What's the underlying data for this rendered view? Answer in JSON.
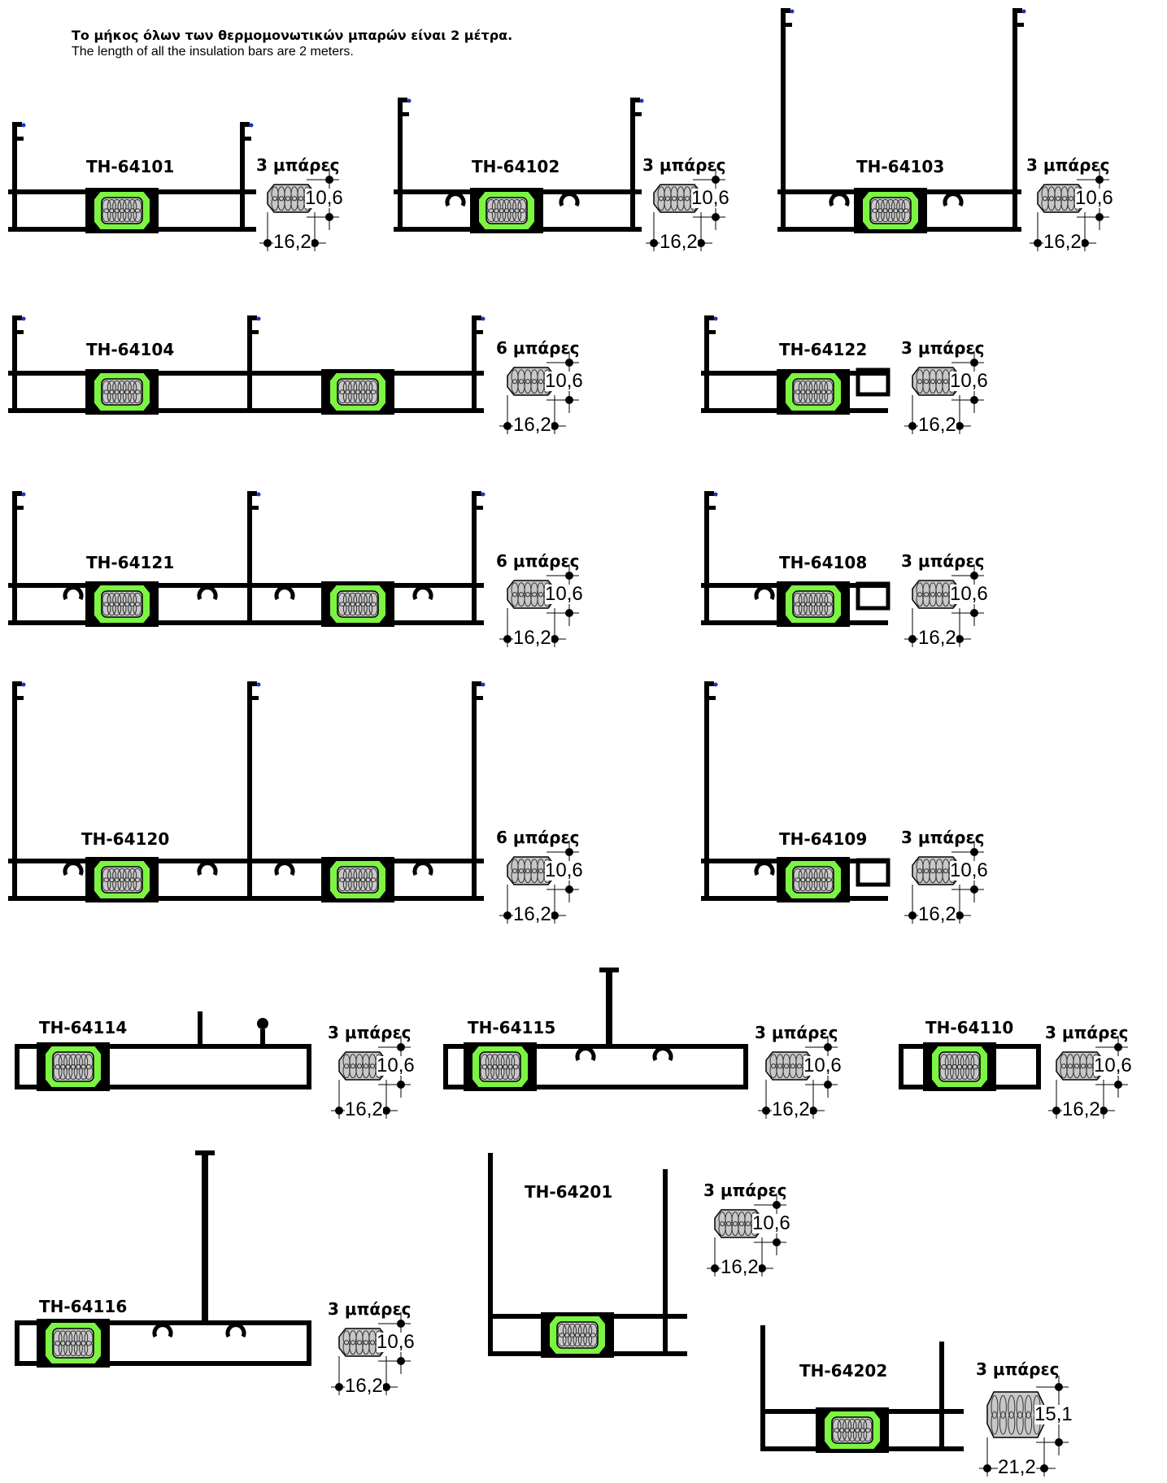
{
  "header": {
    "line_gr": "Το μήκος όλων των θερμομονωτικών μπαρών είναι 2 μέτρα.",
    "line_en": "The length of all the insulation bars are 2 meters."
  },
  "colors": {
    "profile": "#000000",
    "insulation_green": "#7cf442",
    "insulation_bar_fill": "#c8c8c8",
    "seal_blue": "#2030c0"
  },
  "profiles": [
    {
      "code": "TH-64101",
      "bars": "3 μπάρες",
      "height": "10,6",
      "width": "16,2"
    },
    {
      "code": "TH-64102",
      "bars": "3 μπάρες",
      "height": "10,6",
      "width": "16,2"
    },
    {
      "code": "TH-64103",
      "bars": "3 μπάρες",
      "height": "10,6",
      "width": "16,2"
    },
    {
      "code": "TH-64104",
      "bars": "6 μπάρες",
      "height": "10,6",
      "width": "16,2"
    },
    {
      "code": "TH-64122",
      "bars": "3 μπάρες",
      "height": "10,6",
      "width": "16,2"
    },
    {
      "code": "TH-64121",
      "bars": "6 μπάρες",
      "height": "10,6",
      "width": "16,2"
    },
    {
      "code": "TH-64108",
      "bars": "3 μπάρες",
      "height": "10,6",
      "width": "16,2"
    },
    {
      "code": "TH-64120",
      "bars": "6 μπάρες",
      "height": "10,6",
      "width": "16,2"
    },
    {
      "code": "TH-64109",
      "bars": "3 μπάρες",
      "height": "10,6",
      "width": "16,2"
    },
    {
      "code": "TH-64114",
      "bars": "3 μπάρες",
      "height": "10,6",
      "width": "16,2"
    },
    {
      "code": "TH-64115",
      "bars": "3 μπάρες",
      "height": "10,6",
      "width": "16,2"
    },
    {
      "code": "TH-64110",
      "bars": "3 μπάρες",
      "height": "10,6",
      "width": "16,2"
    },
    {
      "code": "TH-64116",
      "bars": "3 μπάρες",
      "height": "10,6",
      "width": "16,2"
    },
    {
      "code": "TH-64201",
      "bars": "3 μπάρες",
      "height": "10,6",
      "width": "16,2"
    },
    {
      "code": "TH-64202",
      "bars": "3 μπάρες",
      "height": "15,1",
      "width": "21,2"
    }
  ]
}
